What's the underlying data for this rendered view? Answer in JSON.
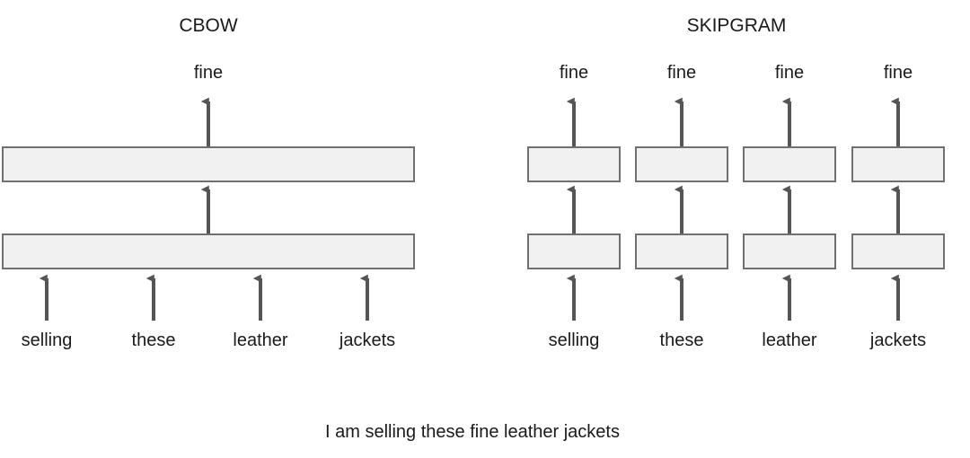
{
  "figure": {
    "caption": "I am selling these fine leather jackets",
    "background_color": "#ffffff",
    "box_fill_color": "#f1f1f1",
    "box_border_color": "#707070",
    "arrow_color": "#555555",
    "text_color": "#1a1a1a"
  },
  "models": [
    {
      "id": "cbow",
      "title": "CBOW",
      "output_labels": [
        "fine"
      ],
      "input_labels": [
        "selling",
        "these",
        "leather",
        "jackets"
      ],
      "layers": [
        "output-layer",
        "hidden-layer"
      ]
    },
    {
      "id": "skipgram",
      "title": "SKIPGRAM",
      "output_labels": [
        "fine",
        "fine",
        "fine",
        "fine"
      ],
      "input_labels": [
        "selling",
        "these",
        "leather",
        "jackets"
      ],
      "layers": [
        "output-layer",
        "hidden-layer"
      ]
    }
  ],
  "diagram_data": {
    "type": "diagram",
    "description": "Side-by-side comparison of CBOW and SKIPGRAM word2vec architectures",
    "cbow": {
      "direction": "context words to target word",
      "inputs": [
        "selling",
        "these",
        "leather",
        "jackets"
      ],
      "outputs": [
        "fine"
      ],
      "input_count": 4,
      "output_count": 1,
      "shared_layers": 2
    },
    "skipgram": {
      "direction": "target word to context words",
      "inputs": [
        "selling",
        "these",
        "leather",
        "jackets"
      ],
      "outputs": [
        "fine",
        "fine",
        "fine",
        "fine"
      ],
      "input_count": 4,
      "output_count": 4,
      "columns": 4
    },
    "sentence": "I am selling these fine leather jackets",
    "target_word": "fine",
    "context_words": [
      "selling",
      "these",
      "leather",
      "jackets"
    ]
  }
}
